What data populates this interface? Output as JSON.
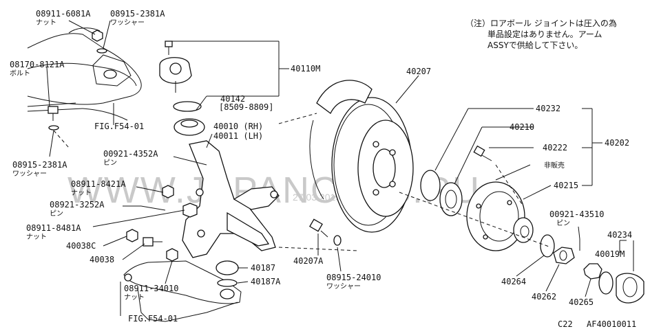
{
  "diagram": {
    "labels": [
      {
        "id": "l1",
        "text": "08911-6081A"
      },
      {
        "id": "l1j",
        "text": "ナット"
      },
      {
        "id": "l2",
        "text": "08915-2381A"
      },
      {
        "id": "l2j",
        "text": "ワッシャー"
      },
      {
        "id": "l3",
        "text": "08170-8121A"
      },
      {
        "id": "l3j",
        "text": "ボルト"
      },
      {
        "id": "l4",
        "text": "FIG.F54-01"
      },
      {
        "id": "l5",
        "text": "08915-2381A"
      },
      {
        "id": "l5j",
        "text": "ワッシャー"
      },
      {
        "id": "l6",
        "text": "00921-4352A"
      },
      {
        "id": "l6j",
        "text": "ピン"
      },
      {
        "id": "l7",
        "text": "08911-8421A"
      },
      {
        "id": "l7j",
        "text": "ナット"
      },
      {
        "id": "l8",
        "text": "08921-3252A"
      },
      {
        "id": "l8j",
        "text": "ピン"
      },
      {
        "id": "l9",
        "text": "08911-8481A"
      },
      {
        "id": "l9j",
        "text": "ナット"
      },
      {
        "id": "l10",
        "text": "40038C"
      },
      {
        "id": "l11",
        "text": "40038"
      },
      {
        "id": "l12",
        "text": "08911-34010"
      },
      {
        "id": "l12j",
        "text": "ナット"
      },
      {
        "id": "l13",
        "text": "FIG.F54-01"
      },
      {
        "id": "l14",
        "text": "40110M"
      },
      {
        "id": "l15",
        "text": "40142"
      },
      {
        "id": "l16",
        "text": "[8509-8809]"
      },
      {
        "id": "l17",
        "text": "40010 (RH)"
      },
      {
        "id": "l18",
        "text": "40011 (LH)"
      },
      {
        "id": "l19",
        "text": "40187"
      },
      {
        "id": "l20",
        "text": "40187A"
      },
      {
        "id": "l21",
        "text": "40207"
      },
      {
        "id": "l22",
        "text": "40207A"
      },
      {
        "id": "l23",
        "text": "08915-24010"
      },
      {
        "id": "l23j",
        "text": "ワッシャー"
      },
      {
        "id": "l24",
        "text": "40232"
      },
      {
        "id": "l25",
        "text": "40210"
      },
      {
        "id": "l26",
        "text": "40222"
      },
      {
        "id": "l27",
        "text": "40202"
      },
      {
        "id": "l28",
        "text": "非販売"
      },
      {
        "id": "l29",
        "text": "40215"
      },
      {
        "id": "l30",
        "text": "00921-43510"
      },
      {
        "id": "l30j",
        "text": "ピン"
      },
      {
        "id": "l31",
        "text": "40234"
      },
      {
        "id": "l32",
        "text": "40019M"
      },
      {
        "id": "l33",
        "text": "40264"
      },
      {
        "id": "l34",
        "text": "40262"
      },
      {
        "id": "l35",
        "text": "40265"
      }
    ],
    "note": [
      "（注）ロアボール ジョイントは圧入の為",
      "単品設定はありません。アーム",
      "ASSYで供給して下さい。"
    ],
    "footer": {
      "model": "C22",
      "code": "AF40010011"
    },
    "watermark": {
      "text": "WWW.JAPANCATS.RU",
      "date": "27.03.2019"
    }
  }
}
